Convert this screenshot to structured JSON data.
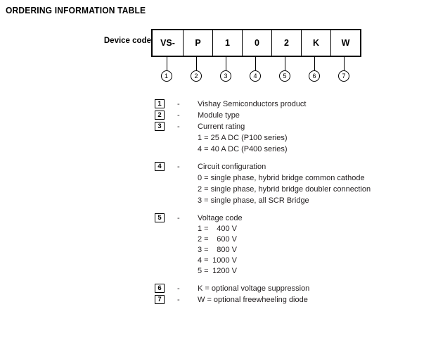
{
  "title": "ORDERING INFORMATION TABLE",
  "device_code": {
    "label": "Device code",
    "cells": [
      "VS-",
      "P",
      "1",
      "0",
      "2",
      "K",
      "W"
    ],
    "callouts": [
      "1",
      "2",
      "3",
      "4",
      "5",
      "6",
      "7"
    ]
  },
  "legend": [
    {
      "num": "1",
      "dash": "-",
      "description": "Vishay Semiconductors product",
      "sublines": []
    },
    {
      "num": "2",
      "dash": "-",
      "description": "Module type",
      "sublines": []
    },
    {
      "num": "3",
      "dash": "-",
      "description": "Current rating",
      "sublines": [
        "1 = 25 A DC (P100 series)",
        "4 = 40 A DC (P400 series)"
      ]
    },
    {
      "num": "4",
      "dash": "-",
      "description": "Circuit configuration",
      "sublines": [
        "0 = single phase, hybrid bridge common cathode",
        "2 = single phase, hybrid bridge doubler connection",
        "3 = single phase, all SCR Bridge"
      ]
    },
    {
      "num": "5",
      "dash": "-",
      "description": "Voltage code",
      "voltages": [
        {
          "key": "1 =",
          "value": "400",
          "unit": "V"
        },
        {
          "key": "2 =",
          "value": "600",
          "unit": "V"
        },
        {
          "key": "3 =",
          "value": "800",
          "unit": "V"
        },
        {
          "key": "4 =",
          "value": "1000",
          "unit": "V"
        },
        {
          "key": "5 =",
          "value": "1200",
          "unit": "V"
        }
      ]
    },
    {
      "num": "6",
      "dash": "-",
      "description": "K = optional voltage suppression",
      "sublines": []
    },
    {
      "num": "7",
      "dash": "-",
      "description": "W = optional freewheeling diode",
      "sublines": []
    }
  ],
  "colors": {
    "text": "#231f20",
    "line": "#000000",
    "background": "#ffffff"
  }
}
